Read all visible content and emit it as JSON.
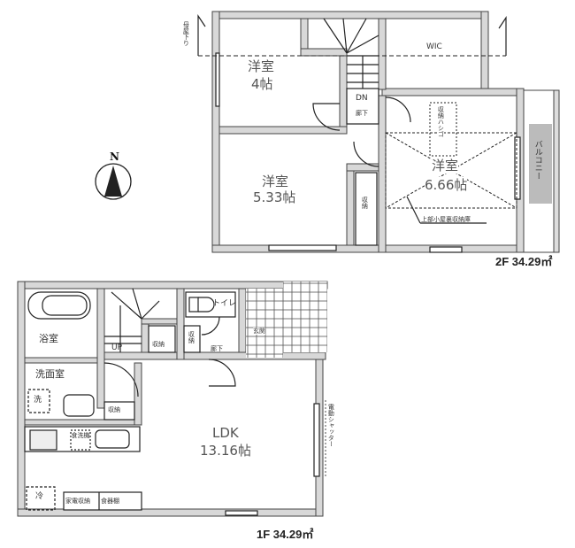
{
  "compass": {
    "north": "N"
  },
  "floor2": {
    "area_label": "2F 34.29㎡",
    "roof_note": "母屋下り",
    "rooms": {
      "western_4": {
        "name": "洋室",
        "size": "4帖"
      },
      "western_533": {
        "name": "洋室",
        "size": "5.33帖"
      },
      "western_666": {
        "name": "洋室",
        "size": "6.66帖"
      },
      "wic": "WIC",
      "hall": "廊下",
      "stair_dn": "DN",
      "closet": "収納",
      "ladder": "収納ハシゴ",
      "attic_note": "上部小屋裏収納庫",
      "balcony": "バルコニー"
    }
  },
  "floor1": {
    "area_label": "1F 34.29㎡",
    "rooms": {
      "bathroom": "浴室",
      "washroom": "洗面室",
      "washer": "洗",
      "stair_up": "UP",
      "closet_a": "収納",
      "closet_b": "収納",
      "closet_c": "収納",
      "toilet": "トイレ",
      "hall": "廊下",
      "entrance": "玄関",
      "ldk": {
        "name": "LDK",
        "size": "13.16帖"
      },
      "dishwasher": "食洗機",
      "fridge": "冷",
      "appliance_storage": "家電収納",
      "cupboard": "食器棚",
      "shutter": "電動シャッター"
    }
  }
}
